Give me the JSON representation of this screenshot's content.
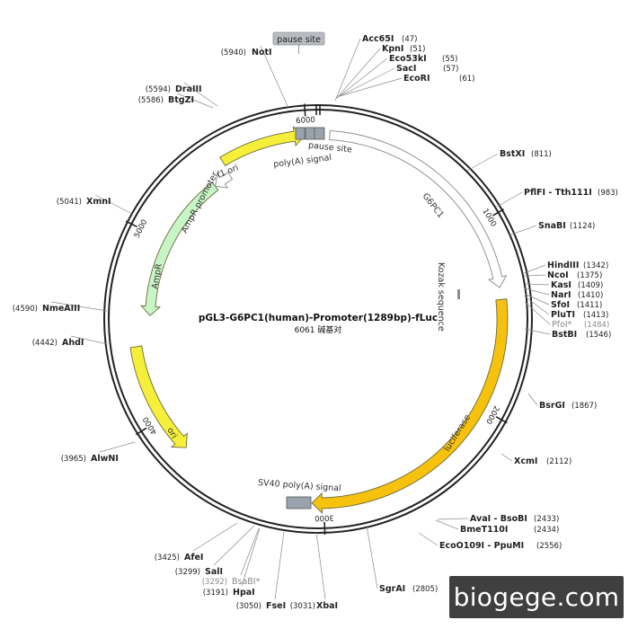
{
  "map": {
    "title": "pGL3-G6PC1(human)-Promoter(1289bp)-fLuc",
    "subtitle": "6061 碱基对",
    "length": 6061,
    "colors": {
      "backbone": "#222222",
      "promoter": "#ffffff",
      "ori": "#f5ef3a",
      "f1ori": "#f5ef3a",
      "ampr": "#c8f5c6",
      "luciferase": "#f7c20d",
      "gray_feature": "#9aa3ad",
      "disabled_site": "#8a8a8a"
    }
  },
  "ticks": [
    {
      "label": "1000",
      "bp": 1000
    },
    {
      "label": "2000",
      "bp": 2000
    },
    {
      "label": "3000",
      "bp": 3000
    },
    {
      "label": "4000",
      "bp": 4000
    },
    {
      "label": "5000",
      "bp": 5000
    },
    {
      "label": "6000",
      "bp": 6000
    }
  ],
  "features": [
    {
      "name": "G6PC1",
      "label": "G6PC1",
      "start": 61,
      "end": 1350,
      "type": "promoter",
      "color": "#ffffff"
    },
    {
      "name": "luciferase",
      "label": "luciferase",
      "start": 1413,
      "end": 3063,
      "type": "cds",
      "color": "#f7c20d"
    },
    {
      "name": "ori",
      "label": "ori",
      "start": 3800,
      "end": 4400,
      "type": "rep_origin",
      "color": "#f5ef3a"
    },
    {
      "name": "AmpR",
      "label": "AmpR",
      "start": 4565,
      "end": 5425,
      "type": "cds",
      "color": "#c8f5c6"
    },
    {
      "name": "AmpR promoter",
      "label": "AmpR promoter",
      "start": 5425,
      "end": 5530,
      "type": "promoter",
      "color": "#ffffff"
    },
    {
      "name": "f1 ori",
      "label": "f1 ori",
      "start": 5535,
      "end": 5990,
      "type": "rep_origin",
      "color": "#f5ef3a"
    }
  ],
  "boxes": [
    {
      "name": "poly(A) signal",
      "label": "poly(A) signal"
    },
    {
      "name": "pause site",
      "label": "pause site"
    },
    {
      "name": "SV40 poly(A) signal",
      "label": "SV40 poly(A) signal"
    }
  ],
  "inner_labels": [
    {
      "name": "Kozak sequence",
      "label": "Kozak sequence"
    }
  ],
  "pause_site_tag": "pause site",
  "sites": [
    {
      "name": "Acc65I",
      "pos": "(47)",
      "disabled": false
    },
    {
      "name": "KpnI",
      "pos": "(51)",
      "disabled": false
    },
    {
      "name": "Eco53kI",
      "pos": "(55)",
      "disabled": false
    },
    {
      "name": "SacI",
      "pos": "(57)",
      "disabled": false
    },
    {
      "name": "EcoRI",
      "pos": "(61)",
      "disabled": false
    },
    {
      "name": "BstXI",
      "pos": "(811)",
      "disabled": false
    },
    {
      "name": "PflFI - Tth111I",
      "pos": "(983)",
      "disabled": false
    },
    {
      "name": "SnaBI",
      "pos": "(1124)",
      "disabled": false
    },
    {
      "name": "HindIII",
      "pos": "(1342)",
      "disabled": false
    },
    {
      "name": "NcoI",
      "pos": "(1375)",
      "disabled": false
    },
    {
      "name": "KasI",
      "pos": "(1409)",
      "disabled": false
    },
    {
      "name": "NarI",
      "pos": "(1410)",
      "disabled": false
    },
    {
      "name": "SfoI",
      "pos": "(1411)",
      "disabled": false
    },
    {
      "name": "PluTI",
      "pos": "(1413)",
      "disabled": false
    },
    {
      "name": "PfoI*",
      "pos": "(1484)",
      "disabled": true
    },
    {
      "name": "BstBI",
      "pos": "(1546)",
      "disabled": false
    },
    {
      "name": "BsrGI",
      "pos": "(1867)",
      "disabled": false
    },
    {
      "name": "XcmI",
      "pos": "(2112)",
      "disabled": false
    },
    {
      "name": "AvaI - BsoBI",
      "pos": "(2433)",
      "disabled": false
    },
    {
      "name": "BmeT110I",
      "pos": "(2434)",
      "disabled": false
    },
    {
      "name": "EcoO109I - PpuMI",
      "pos": "(2556)",
      "disabled": false
    },
    {
      "name": "SgrAI",
      "pos": "(2805)",
      "disabled": false
    },
    {
      "name": "XbaI",
      "pos": "(3031)",
      "disabled": false
    },
    {
      "name": "FseI",
      "pos": "(3050)",
      "disabled": false
    },
    {
      "name": "HpaI",
      "pos": "(3191)",
      "disabled": false
    },
    {
      "name": "BsaBI*",
      "pos": "(3292)",
      "disabled": true
    },
    {
      "name": "SalI",
      "pos": "(3299)",
      "disabled": false
    },
    {
      "name": "AfeI",
      "pos": "(3425)",
      "disabled": false
    },
    {
      "name": "AlwNI",
      "pos": "(3965)",
      "disabled": false
    },
    {
      "name": "AhdI",
      "pos": "(4442)",
      "disabled": false
    },
    {
      "name": "NmeAIII",
      "pos": "(4590)",
      "disabled": false
    },
    {
      "name": "XmnI",
      "pos": "(5041)",
      "disabled": false
    },
    {
      "name": "BtgZI",
      "pos": "(5586)",
      "disabled": false
    },
    {
      "name": "DraIII",
      "pos": "(5594)",
      "disabled": false
    },
    {
      "name": "NotI",
      "pos": "(5940)",
      "disabled": false
    }
  ],
  "watermark": "biogege.com"
}
